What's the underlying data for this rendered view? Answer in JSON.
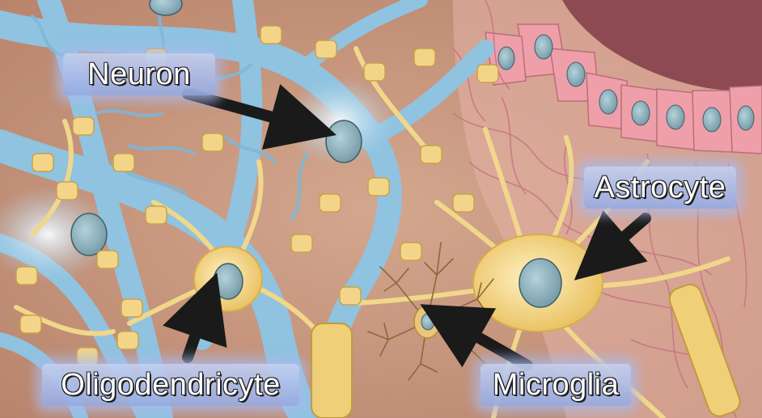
{
  "illustration": {
    "labels": {
      "neuron": "Neuron",
      "astrocyte": "Astrocyte",
      "oligodendrocyte": "Oligodendricyte",
      "microglia": "Microglia"
    },
    "colors": {
      "background": "#c99a82",
      "neuron_blue": "#8fc3e0",
      "glia_yellow": "#f1d78a",
      "epithelium_pink": "#e9a6ae",
      "ventricle": "#8e4a52",
      "nucleus": "#8fb3bd",
      "arrow": "#1a1a1a",
      "label_bg": "#b4c2ec"
    }
  }
}
